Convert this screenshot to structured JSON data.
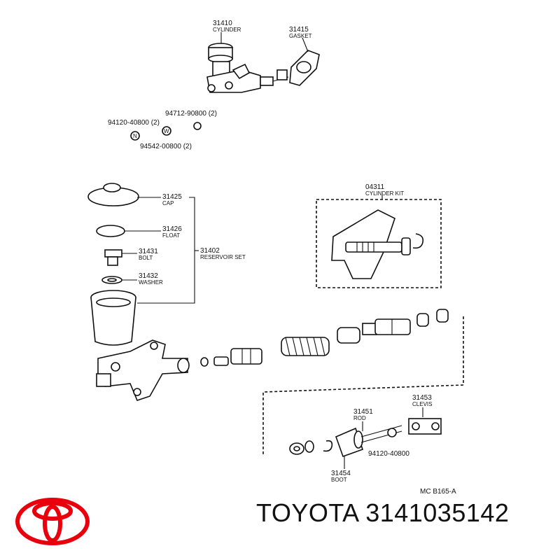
{
  "parts": {
    "p31410": {
      "num": "31410",
      "name": "CYLINDER"
    },
    "p31415": {
      "num": "31415",
      "name": "GASKET"
    },
    "p94712": {
      "num": "94712-90800 (2)"
    },
    "p94120a": {
      "num": "94120-40800 (2)"
    },
    "p94542": {
      "num": "94542-00800 (2)"
    },
    "p31425": {
      "num": "31425",
      "name": "CAP"
    },
    "p31426": {
      "num": "31426",
      "name": "FLOAT"
    },
    "p31431": {
      "num": "31431",
      "name": "BOLT"
    },
    "p31432": {
      "num": "31432",
      "name": "WASHER"
    },
    "p31402": {
      "num": "31402",
      "name": "RESERVOIR SET"
    },
    "p04311": {
      "num": "04311",
      "name": "CYLINDER KIT"
    },
    "p31453": {
      "num": "31453",
      "name": "CLEVIS"
    },
    "p31451": {
      "num": "31451",
      "name": "ROD"
    },
    "p94120b": {
      "num": "94120-40800"
    },
    "p31454": {
      "num": "31454",
      "name": "BOOT"
    }
  },
  "symbols": {
    "n": "N",
    "w": "W"
  },
  "diagram_code": "MC  B165-A",
  "footer": {
    "brand_text": "TOYOTA 3141035142",
    "logo_color": "#e8000d"
  }
}
